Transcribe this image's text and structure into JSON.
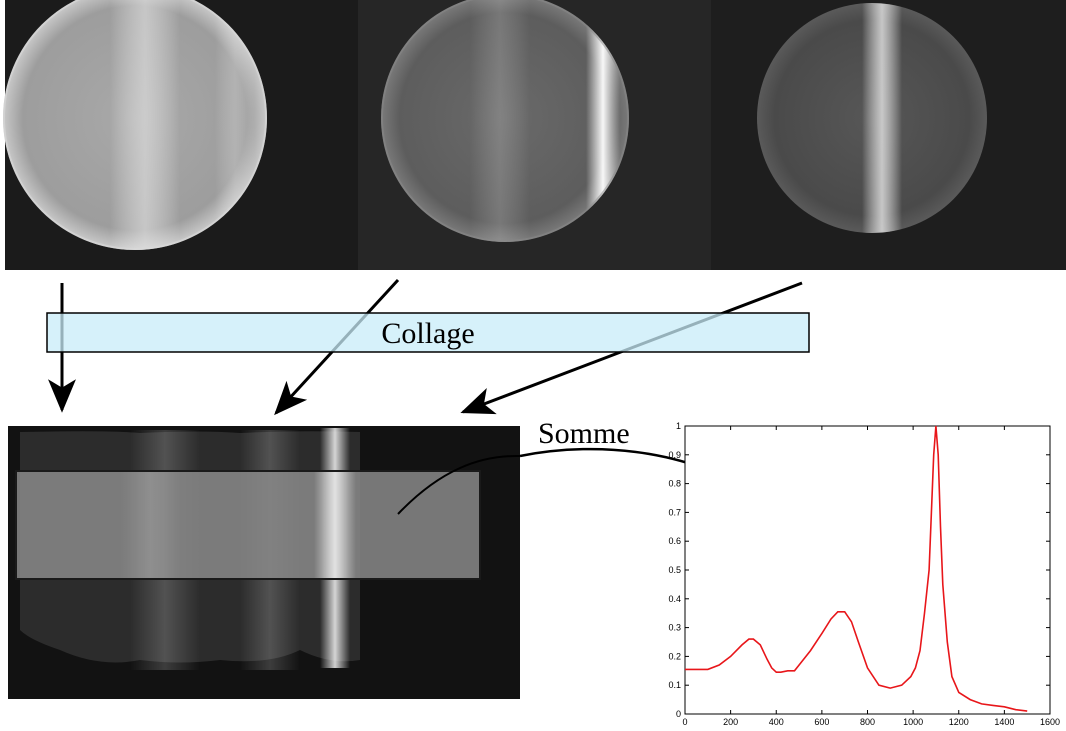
{
  "labels": {
    "collage": "Collage",
    "somme": "Somme"
  },
  "colors": {
    "collage_bar": "#c8ecf8",
    "profile_line": "#e8161a",
    "photo_background": "#1a1a1a"
  },
  "photos": [
    {
      "name": "input-image-1",
      "band_position": 0.42,
      "band_brightness": 0.35
    },
    {
      "name": "input-image-2",
      "band_position": 0.74,
      "band_brightness": 0.9
    },
    {
      "name": "input-image-3",
      "band_position": 0.48,
      "band_brightness": 0.6
    }
  ],
  "chart_data": {
    "type": "line",
    "title": "",
    "xlabel": "",
    "ylabel": "",
    "xlim": [
      0,
      1600
    ],
    "ylim": [
      0,
      1
    ],
    "x_ticks": [
      0,
      200,
      400,
      600,
      800,
      1000,
      1200,
      1400,
      1600
    ],
    "y_ticks": [
      0,
      0.1,
      0.2,
      0.3,
      0.4,
      0.5,
      0.6,
      0.7,
      0.8,
      0.9,
      1
    ],
    "x_tick_labels": [
      "0",
      "200",
      "400",
      "600",
      "800",
      "1000",
      "1200",
      "1400",
      "1600"
    ],
    "y_tick_labels": [
      "0",
      "0.1",
      "0.2",
      "0.3",
      "0.4",
      "0.5",
      "0.6",
      "0.7",
      "0.8",
      "0.9",
      "1"
    ],
    "grid": false,
    "series": [
      {
        "x": [
          0,
          100,
          150,
          200,
          250,
          280,
          300,
          330,
          360,
          380,
          400,
          420,
          450,
          480,
          500,
          550,
          600,
          640,
          670,
          700,
          730,
          760,
          800,
          850,
          900,
          950,
          990,
          1010,
          1030,
          1050,
          1070,
          1080,
          1090,
          1100,
          1110,
          1120,
          1130,
          1150,
          1170,
          1200,
          1250,
          1300,
          1350,
          1400,
          1450,
          1500
        ],
        "y": [
          0.155,
          0.155,
          0.17,
          0.2,
          0.24,
          0.26,
          0.26,
          0.24,
          0.19,
          0.16,
          0.145,
          0.145,
          0.15,
          0.15,
          0.17,
          0.22,
          0.28,
          0.33,
          0.355,
          0.355,
          0.32,
          0.25,
          0.16,
          0.1,
          0.09,
          0.1,
          0.13,
          0.16,
          0.22,
          0.35,
          0.5,
          0.7,
          0.9,
          1.0,
          0.9,
          0.65,
          0.45,
          0.25,
          0.13,
          0.075,
          0.05,
          0.035,
          0.03,
          0.025,
          0.015,
          0.01
        ]
      }
    ]
  }
}
